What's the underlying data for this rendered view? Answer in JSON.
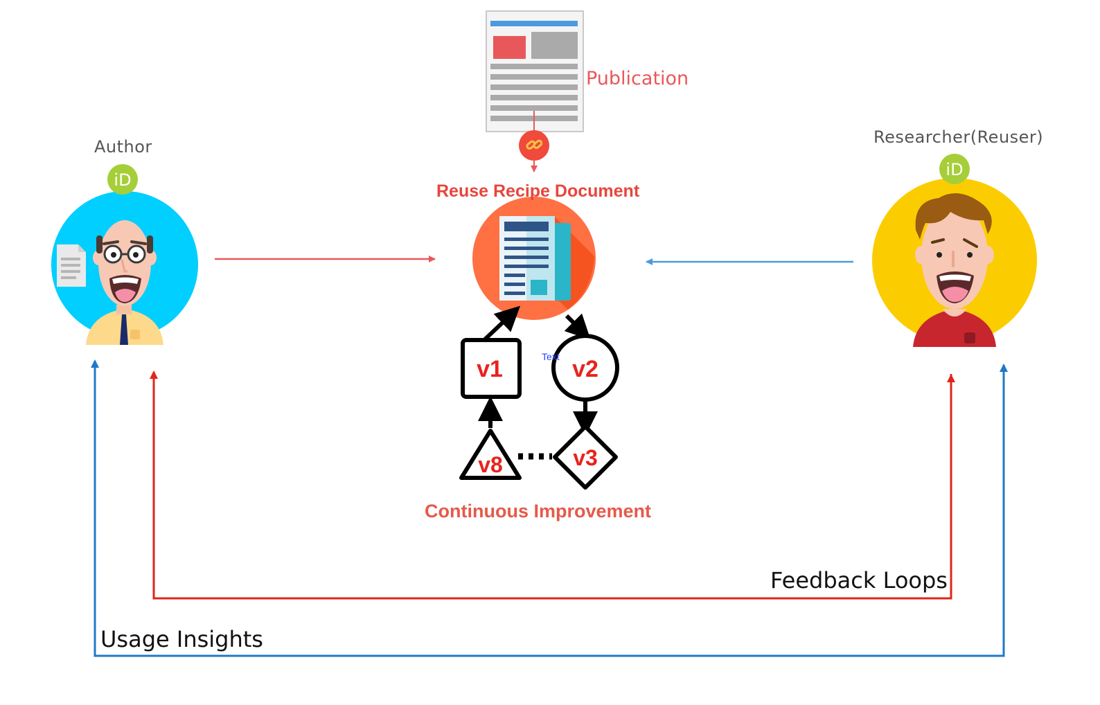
{
  "author": {
    "label": "Author",
    "id_badge": "iD"
  },
  "reuser": {
    "label": "Researcher(Reuser)",
    "id_badge": "iD"
  },
  "publication": {
    "label": "Publication"
  },
  "recipe": {
    "label": "Reuse Recipe Document"
  },
  "cycle": {
    "versions": [
      "v1",
      "v2",
      "v3",
      "v8"
    ],
    "stray_text": "Text",
    "label": "Continuous Improvement"
  },
  "loops": {
    "feedback_label": "Feedback Loops",
    "usage_label": "Usage Insights"
  },
  "colors": {
    "feedback_line": "#e0251b",
    "usage_line": "#1f78c8",
    "author_arrow": "#e8585a",
    "reuser_arrow": "#4a9ae0",
    "author_circle": "#00cfff",
    "reuser_circle": "#fbcd00",
    "recipe_circle": "#ff7043",
    "orcid_green": "#a6ce39"
  }
}
